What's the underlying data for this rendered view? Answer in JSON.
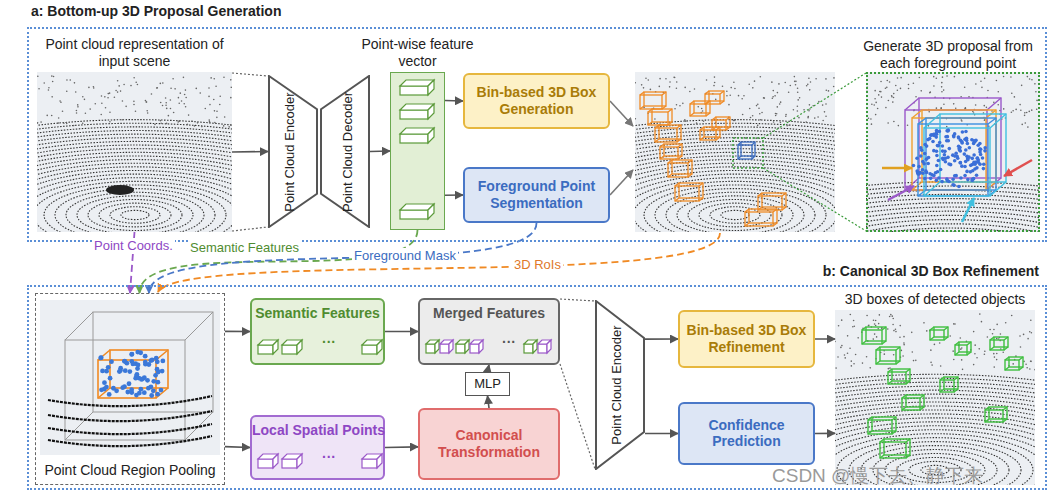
{
  "diagram": {
    "nodes": [
      {
        "text": [
          "a: Bottom-up 3D Proposal Generation"
        ]
      },
      {
        "text": [
          "Point cloud representation of input scene"
        ],
        "in": 0
      },
      {
        "text": [
          "Point Cloud Encoder"
        ],
        "in": 0
      },
      {
        "text": [
          "Point Cloud Decoder"
        ],
        "in": 0
      },
      {
        "text": [
          "Point-wise feature vector"
        ],
        "in": 0
      },
      {
        "text": [
          "Bin-based 3D Box Generation"
        ],
        "in": 0
      },
      {
        "text": [
          "Foreground Point Segmentation"
        ],
        "in": 0
      },
      {
        "text": [
          "Generate 3D proposal from each foreground point"
        ],
        "in": 0
      },
      {
        "text": [
          "b: Canonical 3D Box Refinement"
        ]
      },
      {
        "text": [
          "Point Cloud Region Pooling"
        ],
        "in": 8
      },
      {
        "text": [
          "Semantic Features",
          "···"
        ],
        "in": 8
      },
      {
        "text": [
          "Local Spatial Points",
          "···"
        ],
        "in": 8
      },
      {
        "text": [
          "Canonical Transformation"
        ],
        "in": 8
      },
      {
        "text": [
          "MLP"
        ],
        "in": 8
      },
      {
        "text": [
          "Merged Features",
          "···"
        ],
        "in": 8
      },
      {
        "text": [
          "Point Cloud Encoder"
        ],
        "in": 8
      },
      {
        "text": [
          "Bin-based 3D Box Refinement"
        ],
        "in": 8
      },
      {
        "text": [
          "Confidence Prediction"
        ],
        "in": 8
      },
      {
        "text": [
          "3D boxes of detected objects"
        ],
        "in": 8
      }
    ],
    "edges": [
      {
        "from": 1,
        "to": 2,
        "arrow": "to"
      },
      {
        "from": 3,
        "to": 4,
        "arrow": "to"
      },
      {
        "from": 4,
        "to": 5,
        "arrow": "to"
      },
      {
        "from": 4,
        "to": 6,
        "arrow": "to"
      },
      {
        "from": 1,
        "to": 9,
        "arrow": "to",
        "label": "Point Coords."
      },
      {
        "from": 4,
        "to": 9,
        "arrow": "to",
        "label": "Semantic Features"
      },
      {
        "from": 6,
        "to": 9,
        "arrow": "to",
        "label": "Foreground Mask"
      },
      {
        "from": 9,
        "to": 10,
        "arrow": "to"
      },
      {
        "from": 9,
        "to": 11,
        "arrow": "to"
      },
      {
        "from": 10,
        "to": 14,
        "arrow": "to"
      },
      {
        "from": 11,
        "to": 12,
        "arrow": "to"
      },
      {
        "from": 12,
        "to": 13,
        "arrow": "to"
      },
      {
        "from": 13,
        "to": 14,
        "arrow": "to"
      },
      {
        "from": 15,
        "to": 16,
        "arrow": "to"
      },
      {
        "from": 15,
        "to": 17,
        "arrow": "to"
      },
      {
        "from": 16,
        "to": 18,
        "arrow": "to"
      },
      {
        "from": 17,
        "to": 18,
        "arrow": "to"
      }
    ],
    "labels": [
      "3D RoIs",
      "CSDN @慢下去、静下来"
    ]
  }
}
